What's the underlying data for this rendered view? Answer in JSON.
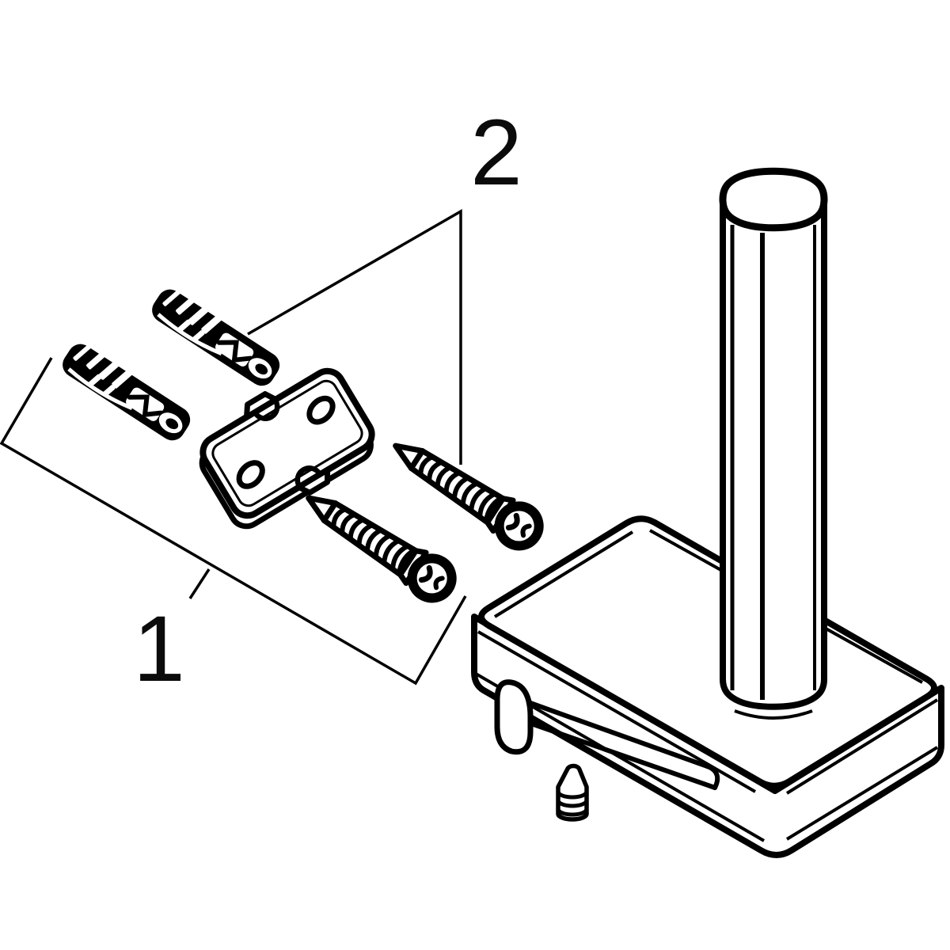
{
  "diagram": {
    "kind": "exploded-assembly-line-drawing",
    "background": "#ffffff",
    "ink": "#000000",
    "callouts": [
      {
        "label": "1"
      },
      {
        "label": "2"
      }
    ],
    "parts": [
      {
        "icon": "wall-plug-anchor-icon",
        "quantity": 2
      },
      {
        "icon": "mounting-plate-icon",
        "quantity": 1
      },
      {
        "icon": "pan-head-screw-icon",
        "quantity": 2
      },
      {
        "icon": "spare-roll-holder-icon",
        "quantity": 1
      },
      {
        "icon": "set-screw-icon",
        "quantity": 1
      }
    ]
  }
}
